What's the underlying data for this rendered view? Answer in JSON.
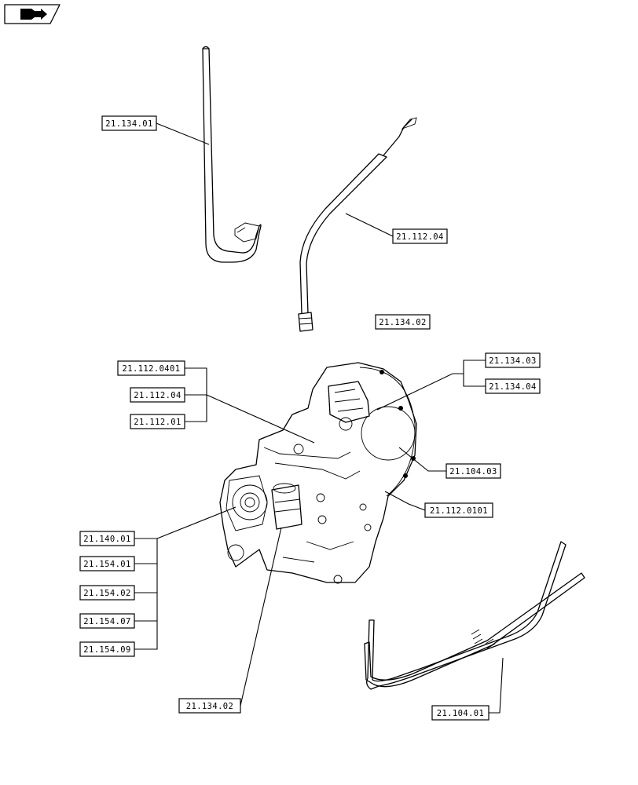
{
  "nav_icon": {
    "name": "book-arrow-icon"
  },
  "labels": [
    {
      "id": "l1",
      "text": "21.134.01"
    },
    {
      "id": "l2",
      "text": "21.112.04"
    },
    {
      "id": "l3",
      "text": "21.134.02"
    },
    {
      "id": "l4",
      "text": "21.112.0401"
    },
    {
      "id": "l5",
      "text": "21.112.04"
    },
    {
      "id": "l6",
      "text": "21.112.01"
    },
    {
      "id": "l7",
      "text": "21.134.03"
    },
    {
      "id": "l8",
      "text": "21.134.04"
    },
    {
      "id": "l9",
      "text": "21.104.03"
    },
    {
      "id": "l10",
      "text": "21.112.0101"
    },
    {
      "id": "l11",
      "text": "21.140.01"
    },
    {
      "id": "l12",
      "text": "21.154.01"
    },
    {
      "id": "l13",
      "text": "21.154.02"
    },
    {
      "id": "l14",
      "text": "21.154.07"
    },
    {
      "id": "l15",
      "text": "21.154.09"
    },
    {
      "id": "l16",
      "text": "21.134.02"
    },
    {
      "id": "l17",
      "text": "21.104.01"
    }
  ]
}
